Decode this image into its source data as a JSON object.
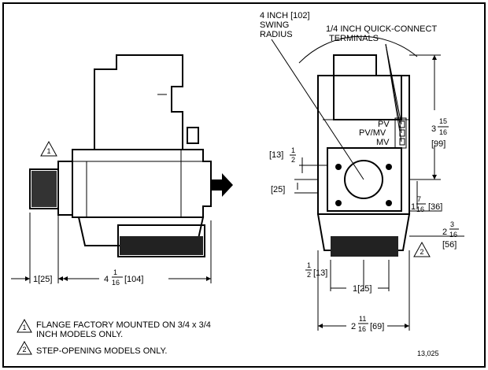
{
  "drawing_number": "13,025",
  "right_view": {
    "swing_radius": {
      "line1": "4 INCH [102]",
      "line2": "SWING",
      "line3": "RADIUS"
    },
    "terminals": {
      "line1": "1/4 INCH QUICK-CONNECT",
      "line2": "TERMINALS",
      "pv": "PV",
      "pv_mv": "PV/MV",
      "mv": "MV"
    },
    "dim_height": {
      "whole": "3",
      "num": "15",
      "den": "16",
      "mm": "[99]"
    },
    "dim_13": {
      "mm": "[13]",
      "num": "1",
      "den": "2"
    },
    "dim_25_side": {
      "text": "[25]"
    },
    "dim_36": {
      "whole": "1",
      "num": "7",
      "den": "16",
      "mm": "[36]"
    },
    "dim_56": {
      "whole": "2",
      "num": "3",
      "den": "16",
      "mm": "[56]"
    },
    "dim_half_bottom": {
      "num": "1",
      "den": "2",
      "mm": "[13]"
    },
    "dim_1_25": {
      "text": "1[25]"
    },
    "dim_width": {
      "whole": "2",
      "num": "11",
      "den": "16",
      "mm": "[69]"
    },
    "note_marker": "2"
  },
  "left_view": {
    "dim_flange": {
      "text": "1[25]"
    },
    "dim_length": {
      "whole": "4",
      "num": "1",
      "den": "16",
      "mm": "[104]"
    },
    "note_marker": "1"
  },
  "notes": [
    {
      "marker": "1",
      "line1": "FLANGE FACTORY MOUNTED ON 3/4 x 3/4",
      "line2": "INCH MODELS ONLY."
    },
    {
      "marker": "2",
      "line1": "STEP-OPENING MODELS ONLY."
    }
  ]
}
